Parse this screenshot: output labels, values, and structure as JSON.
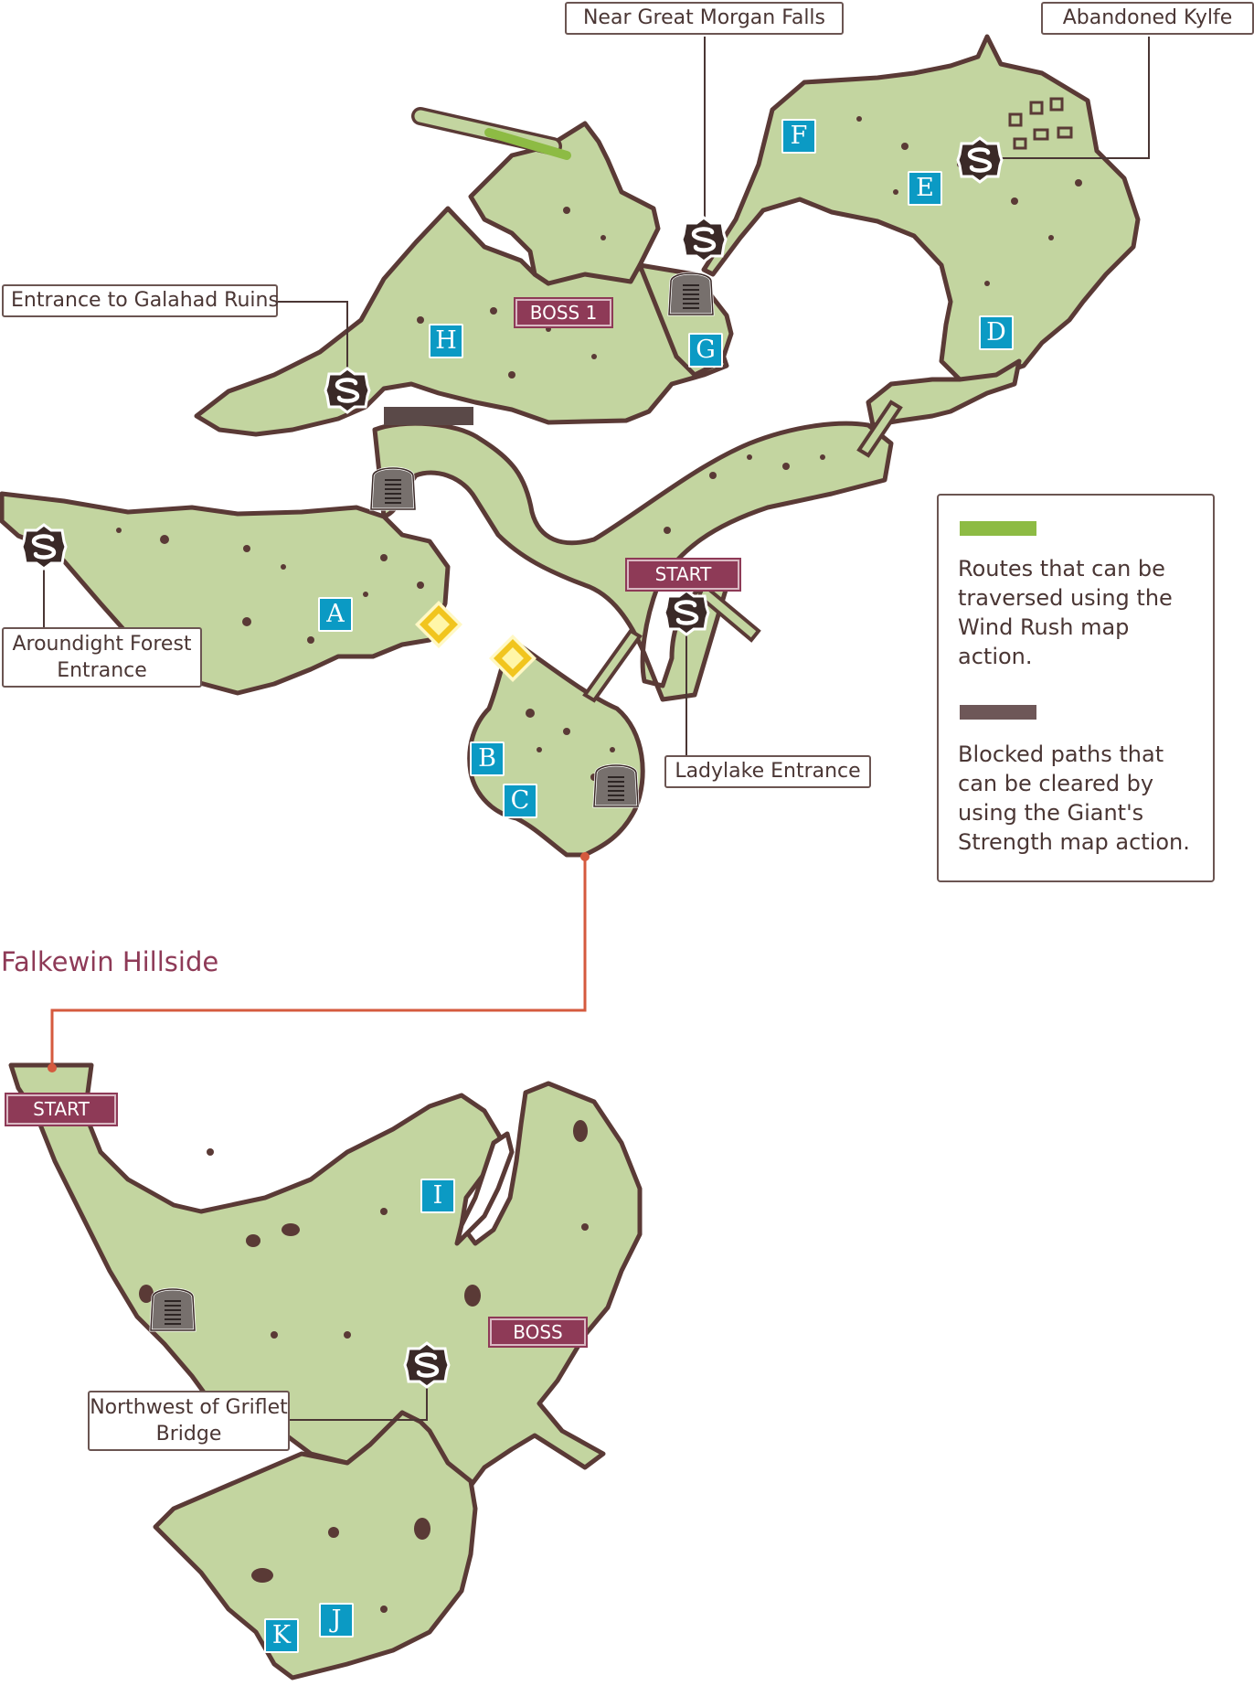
{
  "locations": {
    "great_morgan_falls": "Near Great Morgan Falls",
    "abandoned_kylfe": "Abandoned Kylfe",
    "galahad_ruins": "Entrance to Galahad Ruins",
    "aroundight_forest": "Aroundight Forest Entrance",
    "ladylake_entrance": "Ladylake Entrance",
    "griflet_bridge": "Northwest of Griflet Bridge"
  },
  "markers": {
    "A": "A",
    "B": "B",
    "C": "C",
    "D": "D",
    "E": "E",
    "F": "F",
    "G": "G",
    "H": "H",
    "I": "I",
    "J": "J",
    "K": "K"
  },
  "tags": {
    "start_top": "START",
    "start_bottom": "START",
    "boss_top": "BOSS 1",
    "boss_bottom": "BOSS"
  },
  "area_name": "Falkewin Hillside",
  "legend": {
    "wind_rush": {
      "color": "#8dbb44",
      "text": "Routes that can be traversed using the Wind Rush map action."
    },
    "giants_strength": {
      "color": "#6e5758",
      "text": "Blocked paths that can be cleared by using the Giant's Strength map action."
    }
  },
  "icons": {
    "save_point": "save-point-icon",
    "door": "sealed-door-icon",
    "treasure": "sparkle-icon"
  },
  "colors": {
    "land": "#c3d5a0",
    "outline": "#5a3a36",
    "badge": "#0b9ac4",
    "tag": "#8e3a57",
    "connector": "#d55a3e"
  }
}
